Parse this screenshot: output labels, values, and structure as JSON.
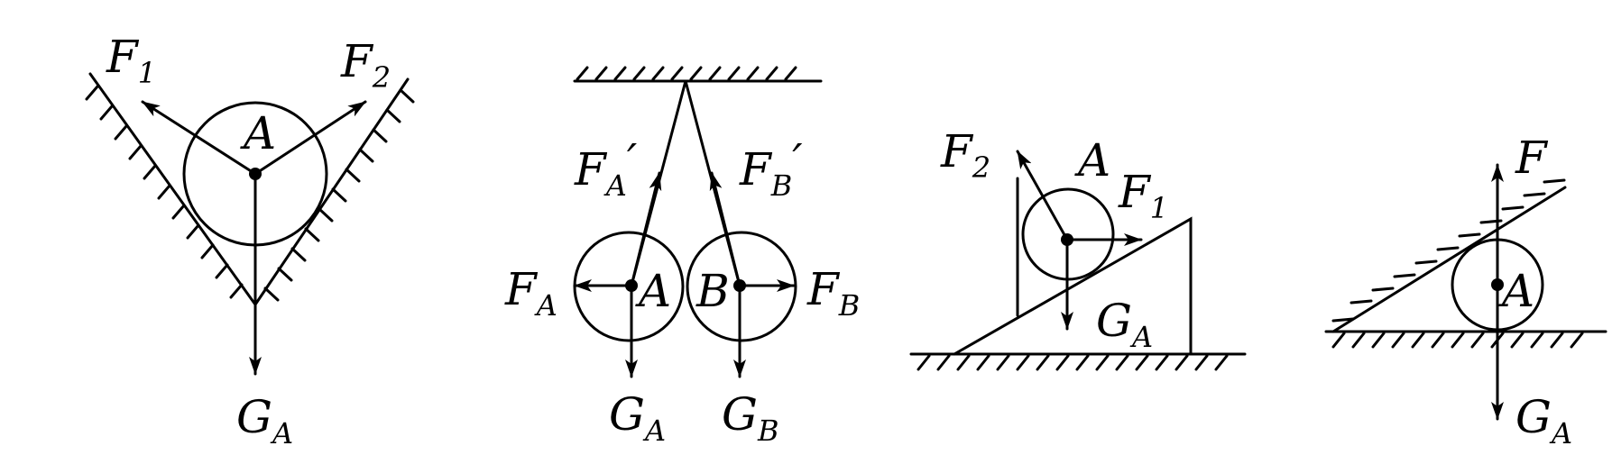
{
  "diagram1": {
    "f1": "F",
    "f1_sub": "1",
    "f2": "F",
    "f2_sub": "2",
    "center": "A",
    "g": "G",
    "g_sub": "A"
  },
  "diagram2": {
    "fa_prime": "F",
    "fa_prime_sub": "A",
    "fb_prime": "F",
    "fb_prime_sub": "B",
    "prime": "′",
    "fa": "F",
    "fa_sub": "A",
    "fb": "F",
    "fb_sub": "B",
    "center_a": "A",
    "center_b": "B",
    "ga": "G",
    "ga_sub": "A",
    "gb": "G",
    "gb_sub": "B"
  },
  "diagram3": {
    "f2": "F",
    "f2_sub": "2",
    "center": "A",
    "f1": "F",
    "f1_sub": "1",
    "g": "G",
    "g_sub": "A"
  },
  "diagram4": {
    "f": "F",
    "center": "A",
    "g": "G",
    "g_sub": "A"
  }
}
